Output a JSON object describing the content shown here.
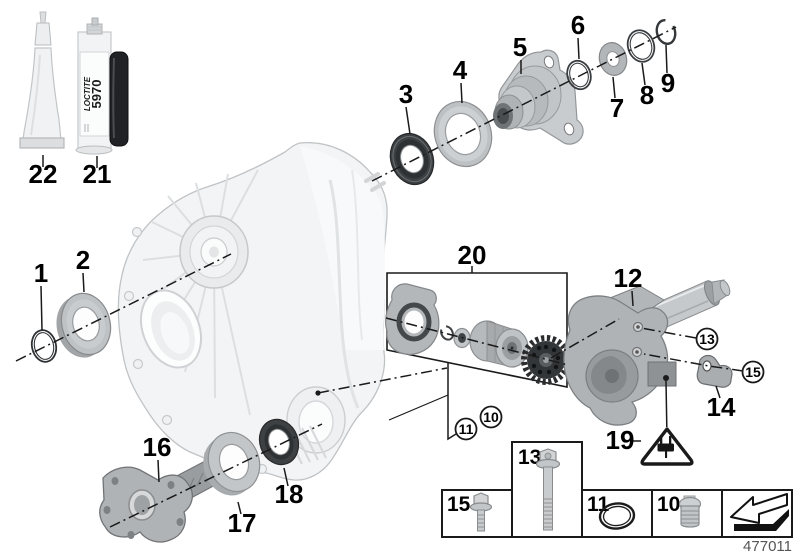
{
  "diagram": {
    "doc_number": "477011",
    "callouts": {
      "1": "1",
      "2": "2",
      "3": "3",
      "4": "4",
      "5": "5",
      "6": "6",
      "7": "7",
      "8": "8",
      "9": "9",
      "12": "12",
      "14": "14",
      "16": "16",
      "17": "17",
      "18": "18",
      "19": "19",
      "20": "20",
      "21": "21",
      "22": "22"
    },
    "circled": {
      "10": "10",
      "11": "11",
      "13": "13",
      "15": "15"
    },
    "legend": {
      "15": "15",
      "13": "13",
      "11": "11",
      "10": "10"
    },
    "products": {
      "brand": "LOCTITE",
      "product_number": "5970"
    },
    "icons": [
      "warning-triangle-plug-icon",
      "back-arrow-icon"
    ],
    "colors": {
      "background": "#ffffff",
      "line": "#1a1a1a",
      "housing_fill": "#f3f4f5",
      "metal_gray": "#b9bcbe",
      "seal_dark": "#3b3e41",
      "doc_number_text": "#555555"
    }
  }
}
